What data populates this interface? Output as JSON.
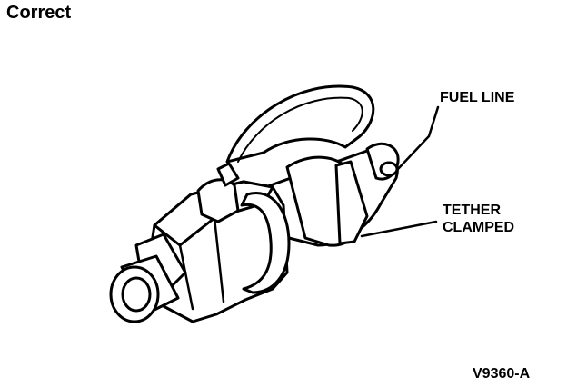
{
  "heading": "Correct",
  "callouts": {
    "fuel_line": "FUEL LINE",
    "tether_clamped_line1": "TETHER",
    "tether_clamped_line2": "CLAMPED"
  },
  "figure_id": "V9360-A"
}
